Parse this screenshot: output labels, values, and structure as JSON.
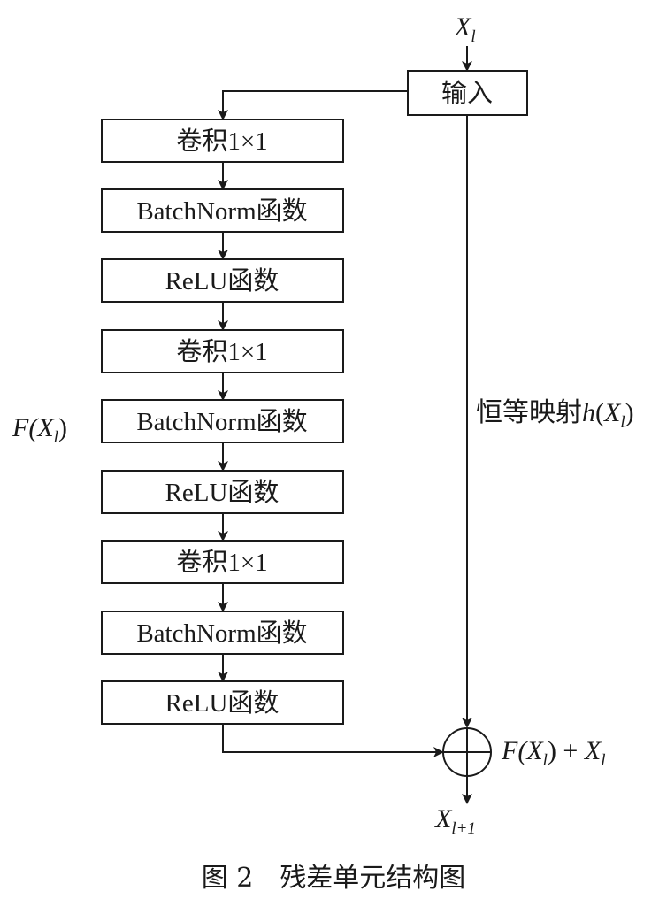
{
  "input_box": {
    "label": "输入"
  },
  "layers": [
    {
      "label": "卷积1×1"
    },
    {
      "label": "BatchNorm函数"
    },
    {
      "label": "ReLU函数"
    },
    {
      "label": "卷积1×1"
    },
    {
      "label": "BatchNorm函数"
    },
    {
      "label": "ReLU函数"
    },
    {
      "label": "卷积1×1"
    },
    {
      "label": "BatchNorm函数"
    },
    {
      "label": "ReLU函数"
    }
  ],
  "labels": {
    "input_var": {
      "base": "X",
      "sub": "l"
    },
    "residual_fn": {
      "prefix": "F(",
      "var": "X",
      "sub": "l",
      "suffix": ")"
    },
    "identity_map": {
      "text": "恒等映射",
      "fn": "h",
      "open": "(",
      "var": "X",
      "sub": "l",
      "close": ")"
    },
    "sum_out": {
      "prefix": "F(",
      "var": "X",
      "sub": "l",
      "mid": ") + ",
      "var2": "X",
      "sub2": "l"
    },
    "output_var": {
      "base": "X",
      "sub": "l+1"
    }
  },
  "caption": {
    "number": "图 2",
    "title": "残差单元结构图"
  }
}
